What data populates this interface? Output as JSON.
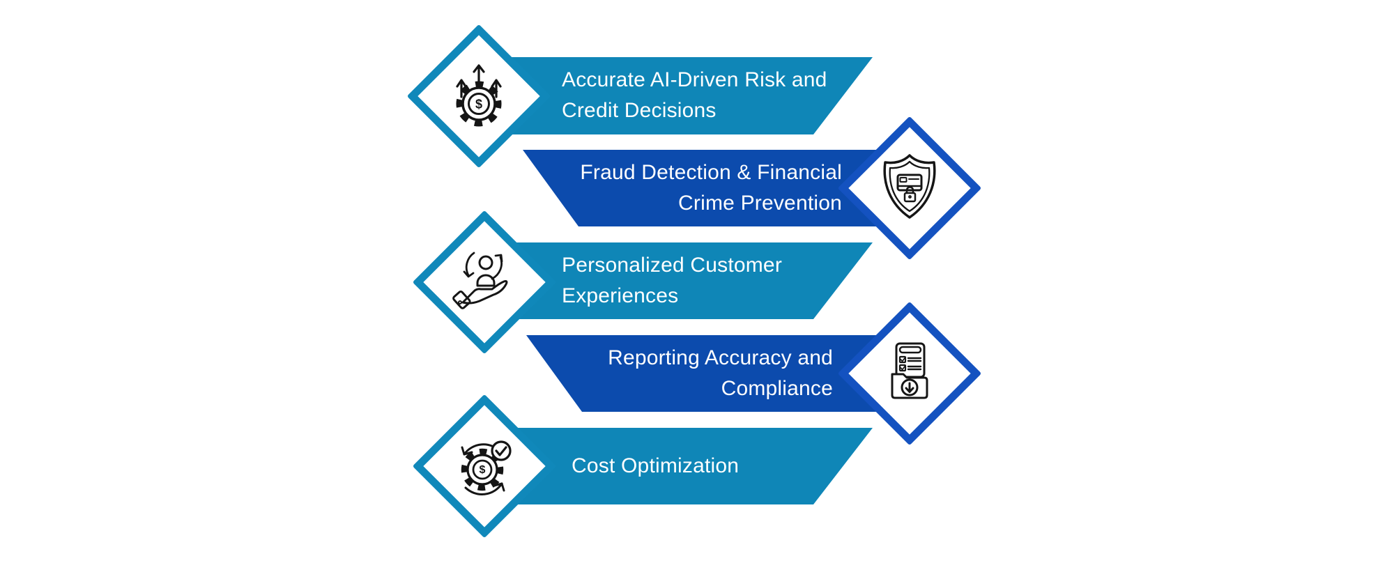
{
  "diagram": {
    "type": "infographic-benefits-list",
    "items": [
      {
        "label": "Accurate AI-Driven Risk and Credit Decisions",
        "lines": [
          "Accurate AI-Driven Risk and",
          "Credit Decisions"
        ],
        "banner_color": "teal",
        "diamond_side": "left",
        "icon": "gear-dollar-growth-arrows-icon"
      },
      {
        "label": "Fraud Detection & Financial Crime Prevention",
        "lines": [
          "Fraud Detection & Financial",
          "Crime Prevention"
        ],
        "banner_color": "dark_blue",
        "diamond_side": "right",
        "icon": "shield-credit-card-lock-icon"
      },
      {
        "label": "Personalized Customer Experiences",
        "lines": [
          "Personalized Customer",
          "Experiences"
        ],
        "banner_color": "teal",
        "diamond_side": "left",
        "icon": "hand-holding-customer-icon"
      },
      {
        "label": "Reporting Accuracy and Compliance",
        "lines": [
          "Reporting Accuracy and",
          "Compliance"
        ],
        "banner_color": "dark_blue",
        "diamond_side": "right",
        "icon": "report-checklist-folder-download-icon"
      },
      {
        "label": "Cost Optimization",
        "lines": [
          "Cost Optimization"
        ],
        "banner_color": "teal",
        "diamond_side": "left",
        "icon": "gear-dollar-cycle-check-icon"
      }
    ]
  },
  "colors": {
    "background": "#ffffff",
    "teal": "#0f86b7",
    "dark_blue": "#0c4bad",
    "diamond_teal": "#1088ba",
    "diamond_dark": "#1452c0",
    "icon_stroke": "#151515",
    "text_white": "#ffffff"
  },
  "glyphs": {
    "dollar": "$"
  }
}
